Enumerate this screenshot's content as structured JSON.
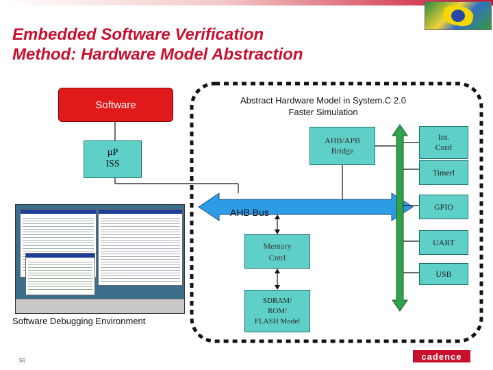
{
  "slide": {
    "title_line1": "Embedded Software Verification",
    "title_line2": "Method: Hardware Model Abstraction",
    "slide_number": "56",
    "logo_text": "cadence"
  },
  "diagram": {
    "software_label": "Software",
    "iss_label_line1": "µP",
    "iss_label_line2": "ISS",
    "abstract_title_line1": "Abstract Hardware Model in System.C 2.0",
    "abstract_title_line2": "Faster Simulation",
    "bridge_line1": "AHB/APB",
    "bridge_line2": "Bridge",
    "bus_label": "AHB Bus",
    "memory_line1": "Memory",
    "memory_line2": "Cntrl",
    "sdram_line1": "SDRAM/",
    "sdram_line2": "ROM/",
    "sdram_line3": "FLASH Model",
    "peripherals": [
      {
        "line1": "Int.",
        "line2": "Cntrl"
      },
      {
        "line1": "Timerl",
        "line2": ""
      },
      {
        "line1": "GPIO",
        "line2": ""
      },
      {
        "line1": "UART",
        "line2": ""
      },
      {
        "line1": "USB",
        "line2": ""
      }
    ],
    "debug_caption": "Software Debugging Environment"
  },
  "colors": {
    "title": "#c8102e",
    "software_box": "#e01a1a",
    "teal_box": "#5fd0c8",
    "bus": "#2e9be6",
    "apb_bus": "#2fa24a"
  }
}
